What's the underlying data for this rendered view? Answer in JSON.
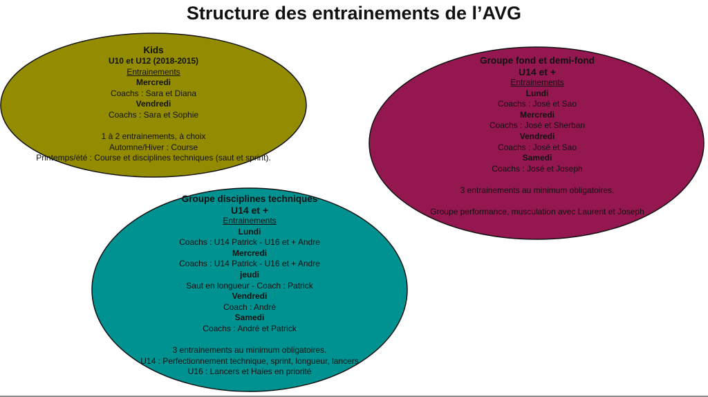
{
  "title": "Structure des entrainements de l’AVG",
  "colors": {
    "kids": "#948c00",
    "fond": "#94174f",
    "techniques": "#009191"
  },
  "groups": {
    "kids": {
      "lines": [
        {
          "t": "h",
          "text": "Kids"
        },
        {
          "t": "b",
          "text": "U10 et U12 (2018-2015)"
        },
        {
          "t": "u",
          "text": "Entrainements"
        },
        {
          "t": "b",
          "text": "Mercredi"
        },
        {
          "t": "n",
          "text": "Coachs : Sara et Diana"
        },
        {
          "t": "b",
          "text": "Vendredi"
        },
        {
          "t": "n",
          "text": "Coachs : Sara et Sophie"
        },
        {
          "t": "blank"
        },
        {
          "t": "n",
          "text": "1 à 2 entrainements, à choix"
        },
        {
          "t": "n",
          "text": "Automne/Hiver : Course"
        },
        {
          "t": "n",
          "text": "Printemps/été : Course et disciplines techniques (saut et sprint)."
        }
      ]
    },
    "fond": {
      "lines": [
        {
          "t": "h",
          "text": "Groupe fond et demi-fond"
        },
        {
          "t": "h2",
          "text": "U14 et +"
        },
        {
          "t": "u",
          "text": "Entrainements"
        },
        {
          "t": "b",
          "text": "Lundi"
        },
        {
          "t": "n",
          "text": "Coachs : José et Sao"
        },
        {
          "t": "b",
          "text": "Mercredi"
        },
        {
          "t": "n",
          "text": "Coachs : José et Sherban"
        },
        {
          "t": "b",
          "text": "Vendredi"
        },
        {
          "t": "n",
          "text": "Coachs : José et Sao"
        },
        {
          "t": "b",
          "text": "Samedi"
        },
        {
          "t": "n",
          "text": "Coachs : José et Joseph"
        },
        {
          "t": "blank"
        },
        {
          "t": "n",
          "text": "3 entrainements au minimum obligatoires."
        },
        {
          "t": "blank"
        },
        {
          "t": "n",
          "text": "Groupe performance, musculation avec Laurent et Joseph"
        }
      ]
    },
    "techniques": {
      "lines": [
        {
          "t": "h",
          "text": "Groupe disciplines techniques"
        },
        {
          "t": "h2",
          "text": "U14 et +"
        },
        {
          "t": "u",
          "text": "Entrainements"
        },
        {
          "t": "b",
          "text": "Lundi"
        },
        {
          "t": "n",
          "text": "Coachs : U14 Patrick - U16 et + Andre"
        },
        {
          "t": "b",
          "text": "Mercredi"
        },
        {
          "t": "n",
          "text": "Coachs : U14 Patrick - U16 et + Andre"
        },
        {
          "t": "b",
          "text": "jeudi"
        },
        {
          "t": "n",
          "text": "Saut en longueur - Coach : Patrick"
        },
        {
          "t": "b",
          "text": "Vendredi"
        },
        {
          "t": "n",
          "text": "Coach : André"
        },
        {
          "t": "b",
          "text": "Samedi"
        },
        {
          "t": "n",
          "text": "Coachs : André et Patrick"
        },
        {
          "t": "blank"
        },
        {
          "t": "n",
          "text": "3 entrainements au minimum obligatoires."
        },
        {
          "t": "n",
          "text": "U14 : Perfectionnement technique, sprint, longueur, lancers"
        },
        {
          "t": "n",
          "text": "U16 : Lancers et Haies en priorité"
        }
      ]
    }
  }
}
